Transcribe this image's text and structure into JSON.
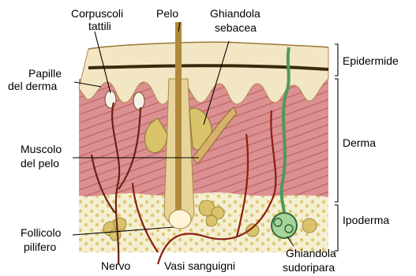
{
  "labels": {
    "corpuscoli": [
      "Corpuscoli",
      "tattili"
    ],
    "pelo": "Pelo",
    "ghiandola_sebacea": [
      "Ghiandola",
      "sebacea"
    ],
    "papille": [
      "Papille",
      "del derma"
    ],
    "muscolo": [
      "Muscolo",
      "del pelo"
    ],
    "follicolo": [
      "Follicolo",
      "pilifero"
    ],
    "nervo": "Nervo",
    "vasi": "Vasi sanguigni",
    "ghiandola_sudoripara": [
      "Ghiandola",
      "sudoripara"
    ],
    "epidermide": "Epidermide",
    "derma": "Derma",
    "ipoderma": "Ipoderma"
  },
  "colors": {
    "epidermis": "#f3e6c4",
    "dermis": "#d98a8c",
    "dermis_stripes": "#c56b70",
    "hypodermis": "#f4efd2",
    "fat_cells": "#d9c26a",
    "hair": "#c9a24e",
    "gland": "#d8c36a",
    "sweat_gland": "#4f9a5a",
    "nerve": "#7a2a1a",
    "vessel": "#8a1e12"
  }
}
